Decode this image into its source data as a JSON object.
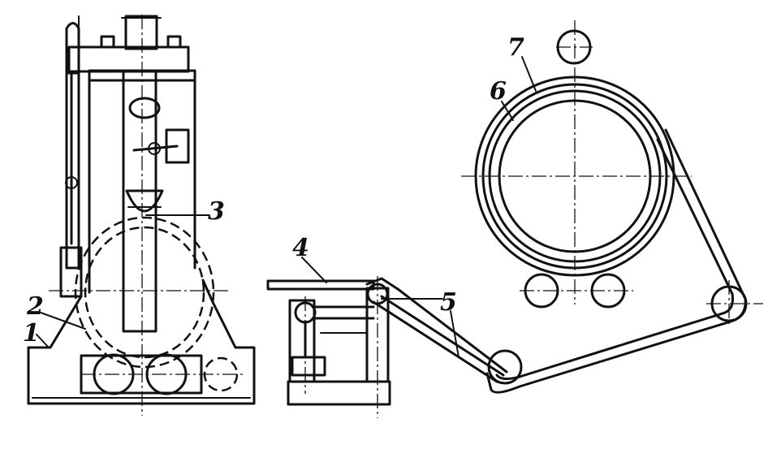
{
  "diagram": {
    "labels": [
      "1",
      "2",
      "3",
      "4",
      "5",
      "6",
      "7"
    ]
  },
  "colors": {
    "ink": "#111111",
    "paper": "#ffffff"
  }
}
